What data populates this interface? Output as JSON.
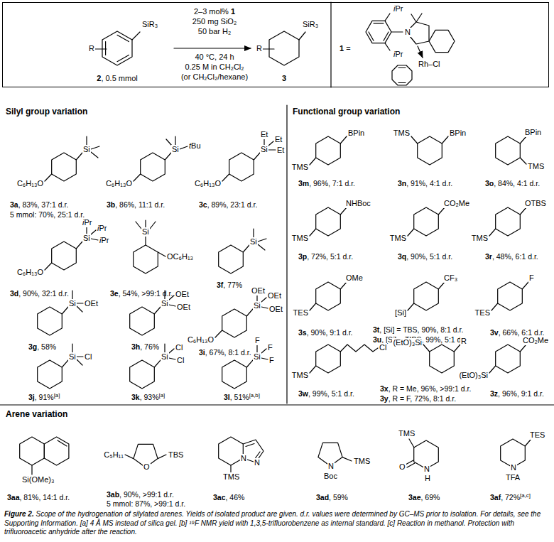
{
  "diagram": {
    "caption": "Figure 2. Scope of the hydrogenation of silylated arenes. Yields of isolated product are given. d.r. values were determined by GC–MS prior to isolation. For details, see the Supporting Information. [a] 4 Å MS instead of silica gel. [b] ¹⁹F NMR yield with 1,3,5-trifluorobenzene as internal standard. [c] Reaction in methanol. Protection with trifluoroacetic anhydride after the reaction.",
    "nodes": [
      {
        "text": [
          "R",
          "SiR₃",
          "2, 0.5 mmol",
          "2–3 mol% 1",
          "250 mg SiO₂",
          "50 bar H₂",
          "40 °C, 24 h",
          "0.25 M in CH₂Cl₂",
          "(or CH₂Cl₂/hexane)",
          "R",
          "SiR₃",
          "3",
          "1 =",
          "iPr",
          "iPr",
          "N",
          "Rh–Cl"
        ]
      }
    ],
    "labels": [
      "Silyl group variation",
      "Functional group variation",
      "Si",
      "C₆H₁₃O",
      "3a, 83%, 37:1 d.r.",
      "5 mmol: 70%, 25:1 d.r.",
      "Si",
      "tBu",
      "C₆H₁₃O",
      "3b, 86%, 11:1 d.r.",
      "Si",
      "Et",
      "Et",
      "Et",
      "C₆H₁₃O",
      "3c, 89%, 23:1 d.r.",
      "Si",
      "iPr",
      "iPr",
      "iPr",
      "C₆H₁₃O",
      "3d, 90%, 32:1 d.r.",
      "Si",
      "OC₆H₁₃",
      "3e, 54%, >99:1 d.r.",
      "Si",
      "3f, 77%",
      "Si",
      "OEt",
      "3g, 58%",
      "Si",
      "OEt",
      "OEt",
      "3h, 76%",
      "Si",
      "OEt",
      "OEt",
      "OEt",
      "C₆H₁₃O",
      "3i, 67%, 8:1 d.r.",
      "Si",
      "Cl",
      "3j, 91%[a]",
      "Si",
      "Cl",
      "Cl",
      "3k, 93%[a]",
      "Si",
      "F",
      "F",
      "F",
      "3l, 51%[a,b]",
      "TMS",
      "BPin",
      "3m, 96%, 7:1 d.r.",
      "TMS",
      "BPin",
      "3n, 91%, 4:1 d.r.",
      "BPin",
      "TMS",
      "3o, 84%, 4:1 d.r.",
      "NHBoc",
      "TMS",
      "3p, 72%, 5:1 d.r.",
      "CO₂Me",
      "TMS",
      "3q, 90%, 5:1 d.r.",
      "OTBS",
      "TMS",
      "3r, 48%, 6:1 d.r.",
      "OMe",
      "TES",
      "3s, 90%, 9:1 d.r.",
      "CF₃",
      "[Si]",
      "3t, [Si] = TBS, 90%, 8:1 d.r.",
      "3u, [Si] = TIPS, 99%, 5:1 d.r.",
      "F",
      "TES",
      "3v, 66%, 6:1 d.r.",
      "Cl",
      "TMS",
      "3w, 99%, 5:1 d.r.",
      "(EtO)₃Si",
      "R",
      "3x, R = Me, 96%, >99:1 d.r.",
      "3y, R = F, 72%, 8:1 d.r.",
      "CO₂Me",
      "(EtO)₃Si",
      "3z, 96%, 9:1 d.r.",
      "Arene variation",
      "Si(OMe)₃",
      "3aa, 81%, 14:1 d.r.",
      "C₅H₁₁",
      "O",
      "TBS",
      "3ab, 90%, >99:1 d.r.",
      "5 mmol: 87%, >99:1 d.r.",
      "N",
      "N",
      "TMS",
      "3ac, 46%",
      "N",
      "Boc",
      "TMS",
      "3ad, 59%",
      "TMS",
      "O",
      "N",
      "H",
      "3ae, 69%",
      "TES",
      "N",
      "TFA",
      "3af, 72%[a,c]"
    ]
  }
}
